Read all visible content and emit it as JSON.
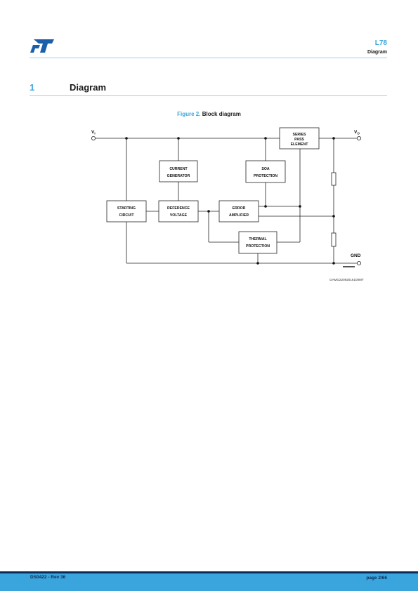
{
  "header": {
    "doc_title": "L78",
    "section": "Diagram"
  },
  "section": {
    "number": "1",
    "title": "Diagram"
  },
  "figure": {
    "label": "Figure 2.",
    "title": "Block diagram",
    "code": "GAMG22092016100MT",
    "blocks": {
      "series_pass": [
        "SERIES",
        "PASS",
        "ELEMENT"
      ],
      "current_gen": [
        "CURRENT",
        "GENERATOR"
      ],
      "soa": [
        "SOA",
        "PROTECTION"
      ],
      "starting": [
        "STARTING",
        "CIRCUIT"
      ],
      "reference": [
        "REFERENCE",
        "VOLTAGE"
      ],
      "error_amp": [
        "ERROR",
        "AMPLIFIER"
      ],
      "thermal": [
        "THERMAL",
        "PROTECTION"
      ]
    },
    "pins": {
      "vi": "V",
      "vi_sub": "I",
      "vo": "V",
      "vo_sub": "O",
      "gnd": "GND"
    }
  },
  "footer": {
    "left": "DS0422 - Rev 36",
    "right": "page 2/66"
  },
  "colors": {
    "accent": "#3aa4dc",
    "navy": "#0b2c58"
  }
}
